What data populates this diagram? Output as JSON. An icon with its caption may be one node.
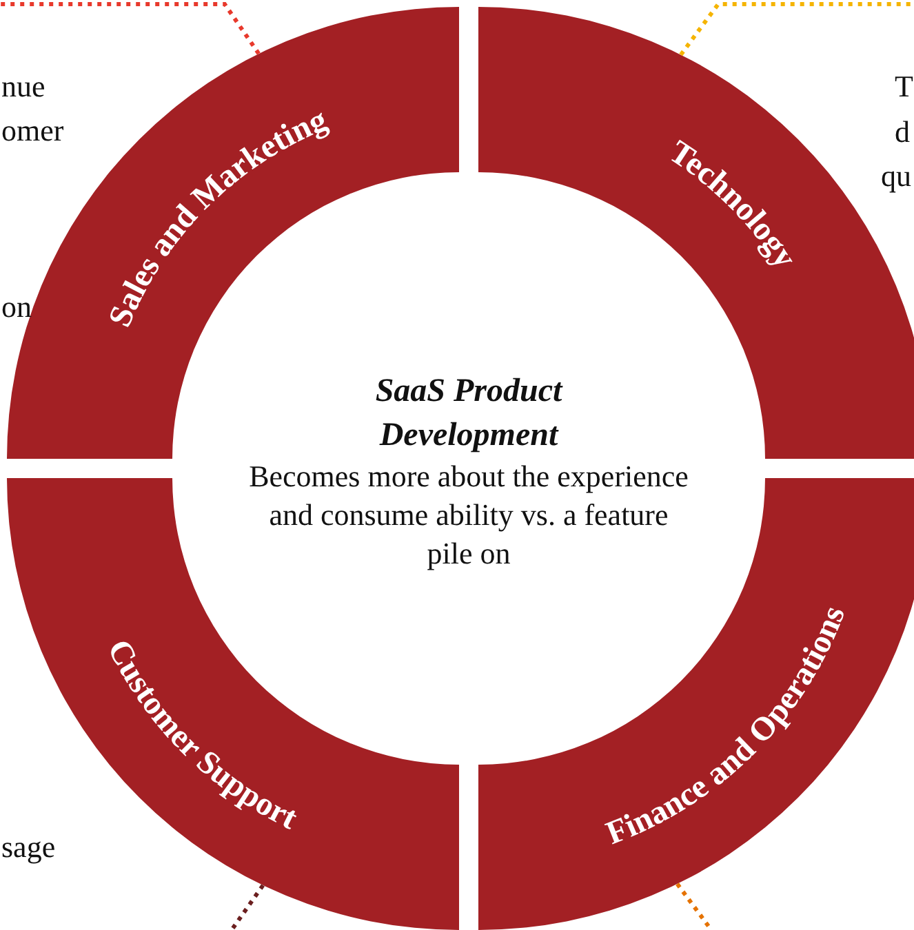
{
  "diagram": {
    "nodes": [
      {
        "text": [
          "SaaS Product Development",
          "Becomes more about the experience and consume ability vs. a feature pile on"
        ]
      },
      {
        "text": [
          "Sales and Marketing"
        ]
      },
      {
        "text": [
          "Technology"
        ]
      },
      {
        "text": [
          "Customer Support"
        ]
      },
      {
        "text": [
          "Finance and Operations"
        ]
      }
    ],
    "edges": [
      {
        "from": 1,
        "to": null,
        "arrow": "none",
        "style": "dashed",
        "color": "#e8392c"
      },
      {
        "from": 2,
        "to": null,
        "arrow": "none",
        "style": "dashed",
        "color": "#f5b400"
      },
      {
        "from": 3,
        "to": null,
        "arrow": "none",
        "style": "dashed",
        "color": "#6b1f1f"
      },
      {
        "from": 4,
        "to": null,
        "arrow": "none",
        "style": "dashed",
        "color": "#e57200"
      }
    ],
    "labels": [
      "nue",
      "omer",
      "on",
      "T",
      "d",
      "qu",
      "sage"
    ]
  }
}
